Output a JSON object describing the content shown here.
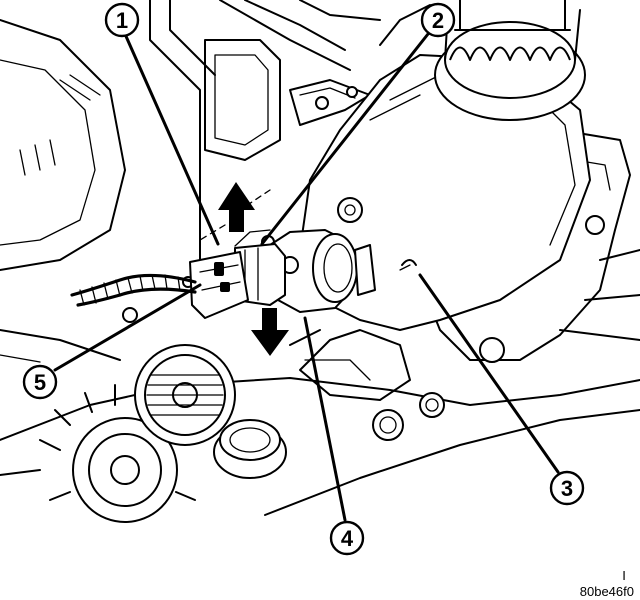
{
  "callouts": [
    {
      "id": "callout-1",
      "label": "1"
    },
    {
      "id": "callout-2",
      "label": "2"
    },
    {
      "id": "callout-3",
      "label": "3"
    },
    {
      "id": "callout-4",
      "label": "4"
    },
    {
      "id": "callout-5",
      "label": "5"
    }
  ],
  "figure_id": "80be46f0",
  "corner_mark": "I"
}
